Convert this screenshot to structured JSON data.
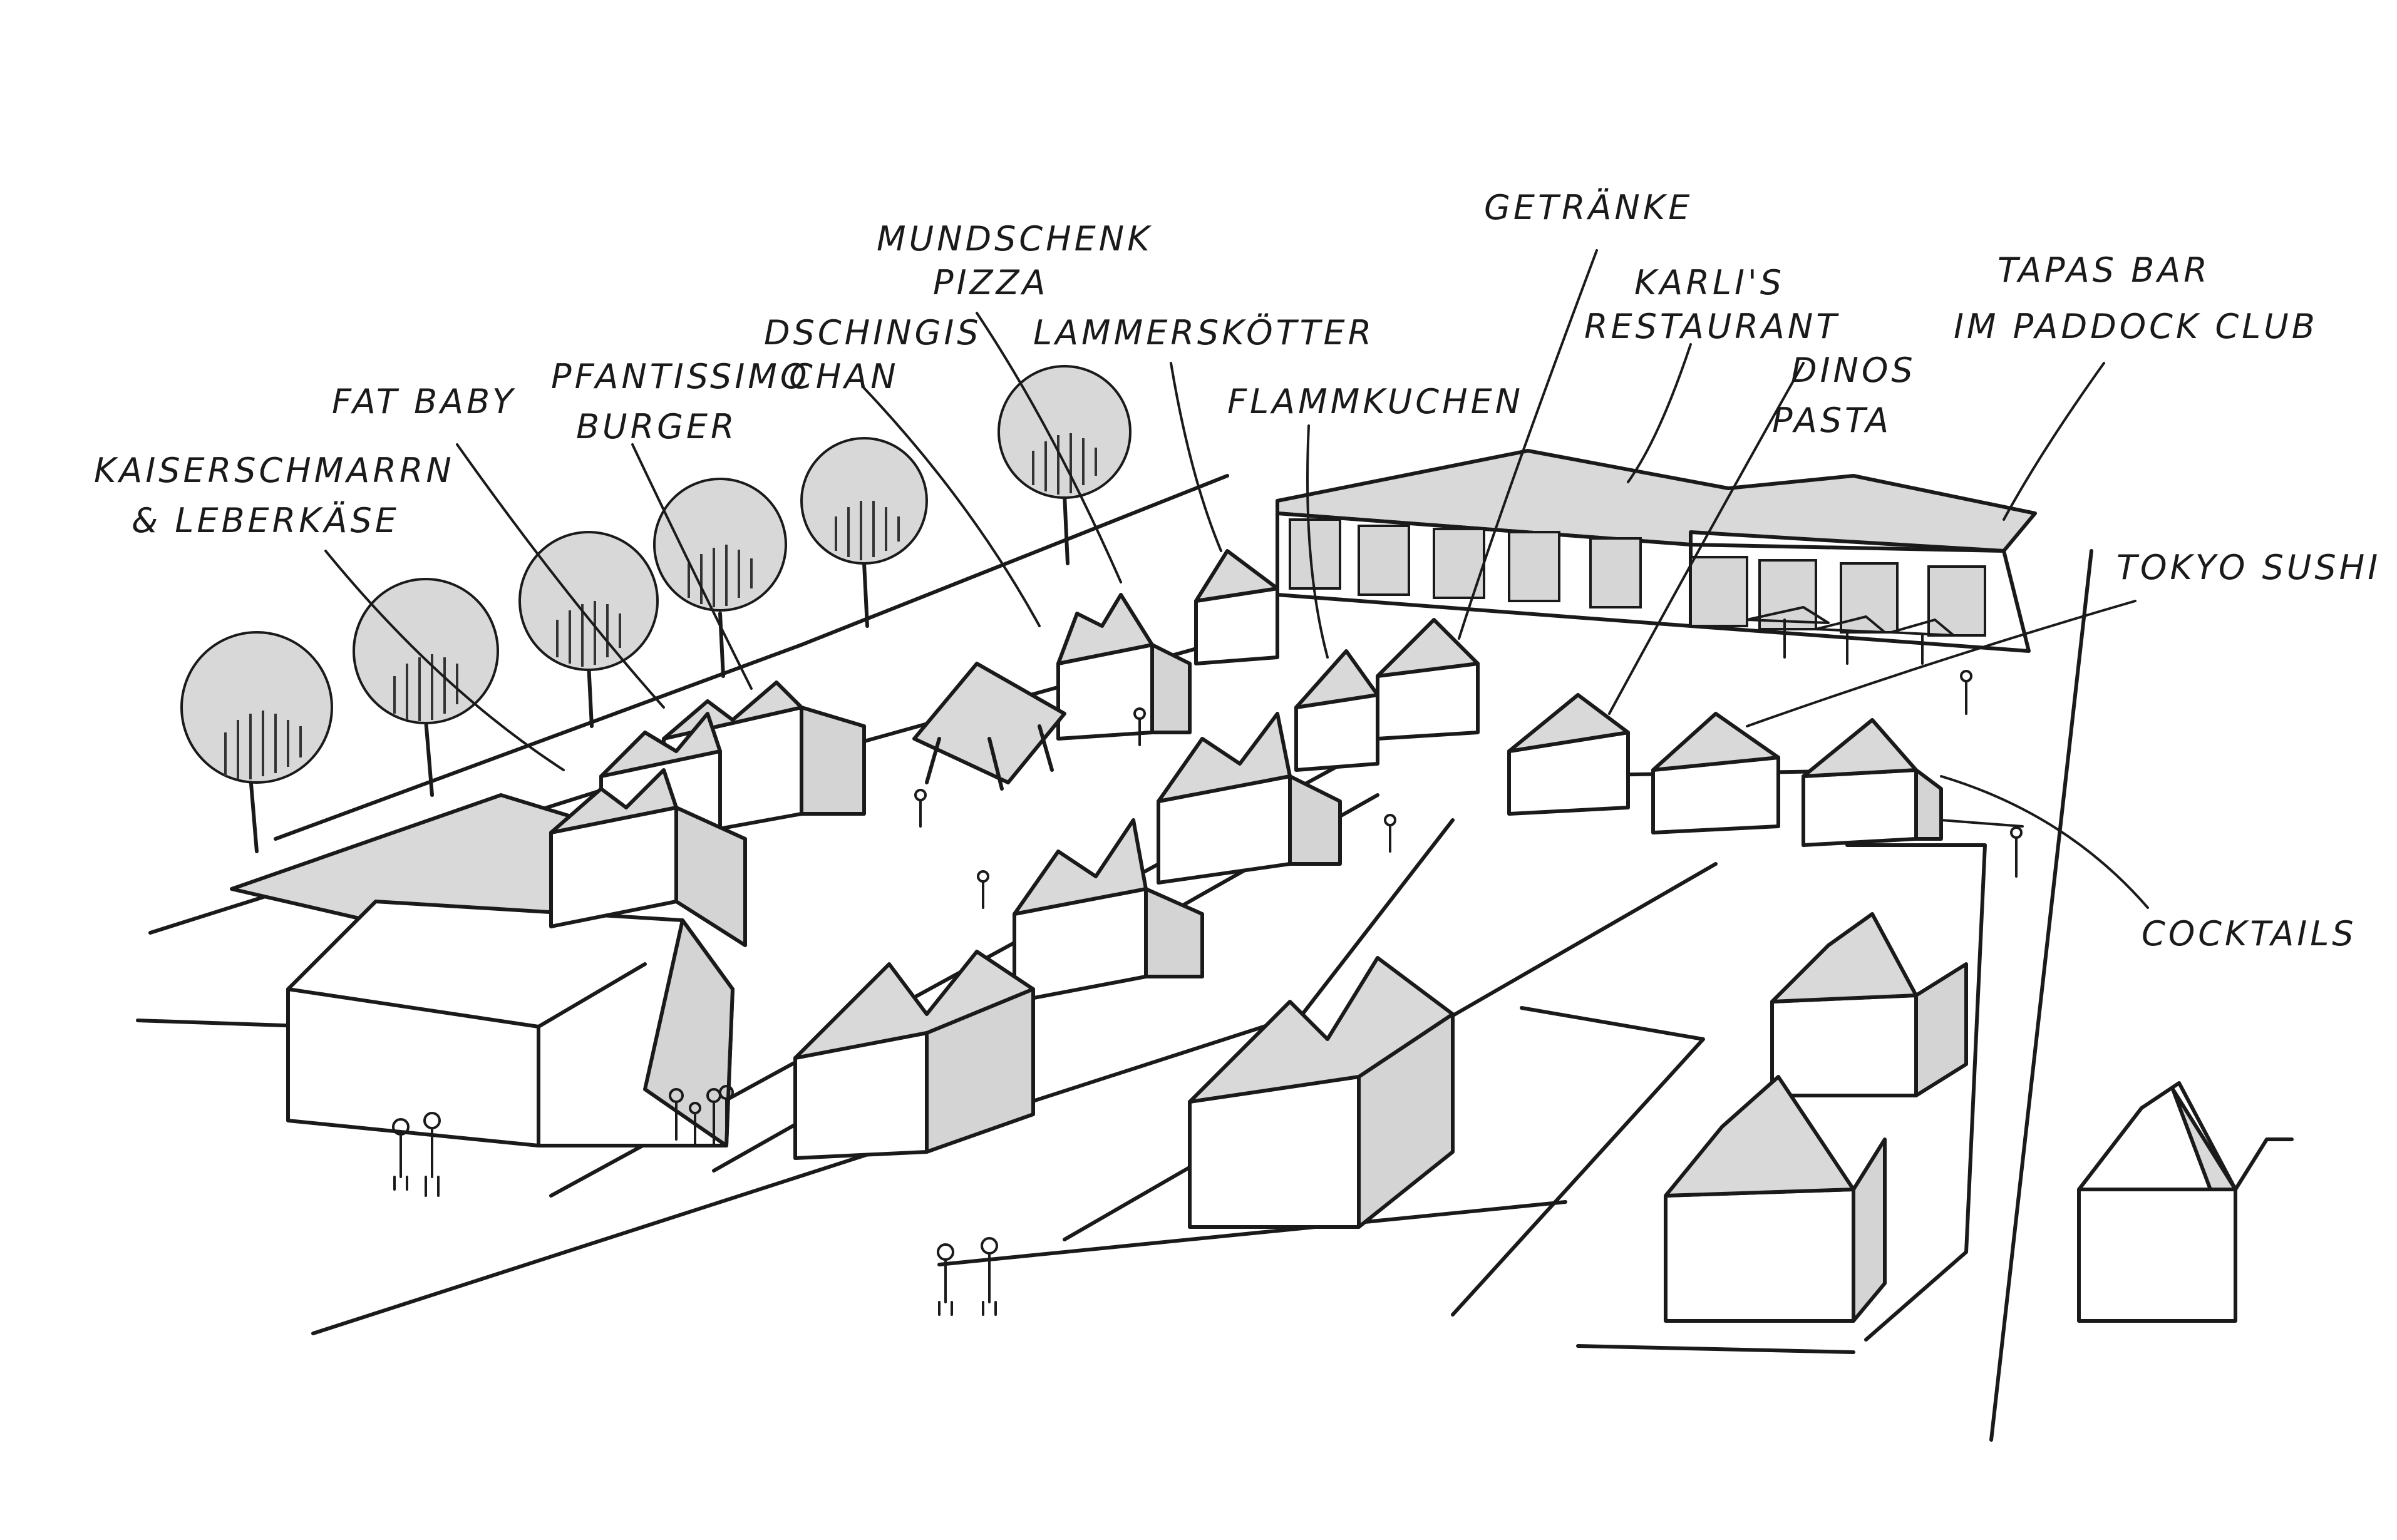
{
  "labels": {
    "kaiserschmarrn": "KAISERSCHMARRN",
    "leberkaese": "& LEBERKÄSE",
    "fat_baby": "FAT BABY",
    "pfantissimo": "PFANTISSIMO",
    "burger": "BURGER",
    "dschingis": "DSCHINGIS",
    "chan": "CHAN",
    "mundschenk": "MUNDSCHENK",
    "pizza": "PIZZA",
    "lammerskoetter": "LAMMERSKÖTTER",
    "flammkuchen": "FLAMMKUCHEN",
    "getraenke": "GETRÄNKE",
    "karlis": "KARLI'S",
    "restaurant": "RESTAURANT",
    "dinos": "DINOS",
    "pasta": "PASTA",
    "tapas_bar": "TAPAS BAR",
    "paddock_club": "IM PADDOCK CLUB",
    "tokyo_sushi": "TOKYO SUSHI",
    "cocktails": "COCKTAILS"
  },
  "colors": {
    "ink": "#1a1a1a",
    "shade": "#d9d9d9",
    "paper": "#ffffff"
  }
}
